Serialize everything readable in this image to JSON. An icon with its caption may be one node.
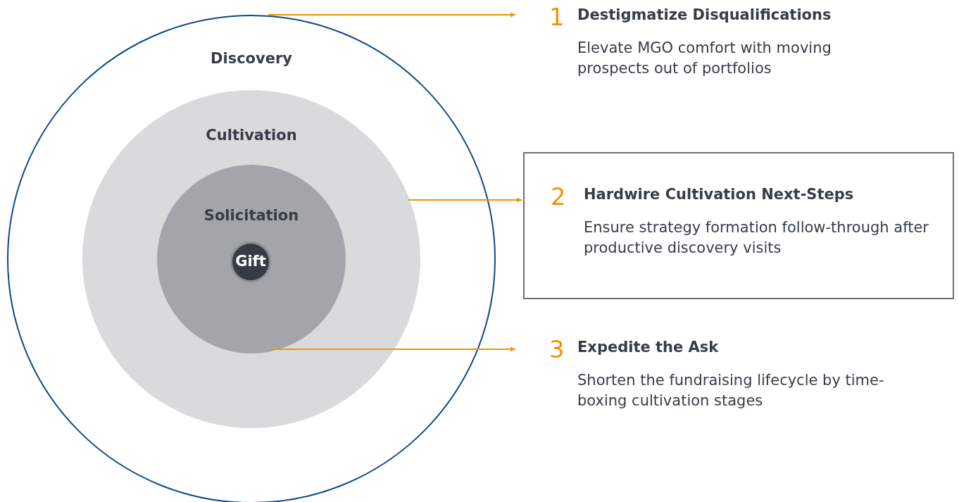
{
  "diagram": {
    "nodes": [
      {
        "text": [
          "Discovery"
        ]
      },
      {
        "text": [
          "Cultivation"
        ],
        "in": 0
      },
      {
        "text": [
          "Solicitation"
        ],
        "in": 1
      },
      {
        "text": [
          "Gift"
        ],
        "in": 2
      },
      {
        "text": [
          "1",
          "Destigmatize Disqualifications",
          "Elevate MGO comfort with moving prospects out of portfolios"
        ]
      },
      {
        "text": [
          "2",
          "Hardwire Cultivation Next-Steps",
          "Ensure strategy formation follow-through after productive discovery visits"
        ]
      },
      {
        "text": [
          "3",
          "Expedite the Ask",
          "Shorten the fundraising lifecycle by time-boxing cultivation stages"
        ]
      }
    ],
    "edges": [
      {
        "from": 0,
        "to": 4,
        "arrow": "to"
      },
      {
        "from": 1,
        "to": 5,
        "arrow": "to"
      },
      {
        "from": 2,
        "to": 6,
        "arrow": "to"
      }
    ]
  }
}
